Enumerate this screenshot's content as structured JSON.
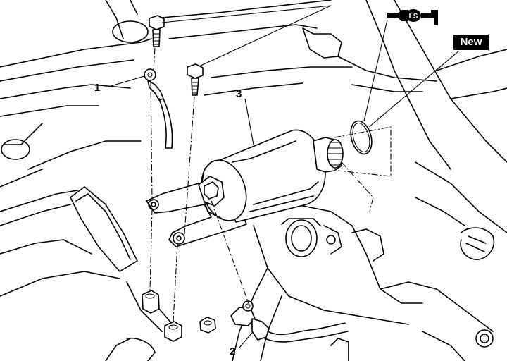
{
  "callouts": {
    "c1": "1",
    "c2": "2",
    "c3": "3"
  },
  "badges": {
    "new": "New",
    "lubricant": "LS"
  },
  "icons": {
    "lubricant_icon": "grease-gun-icon"
  }
}
